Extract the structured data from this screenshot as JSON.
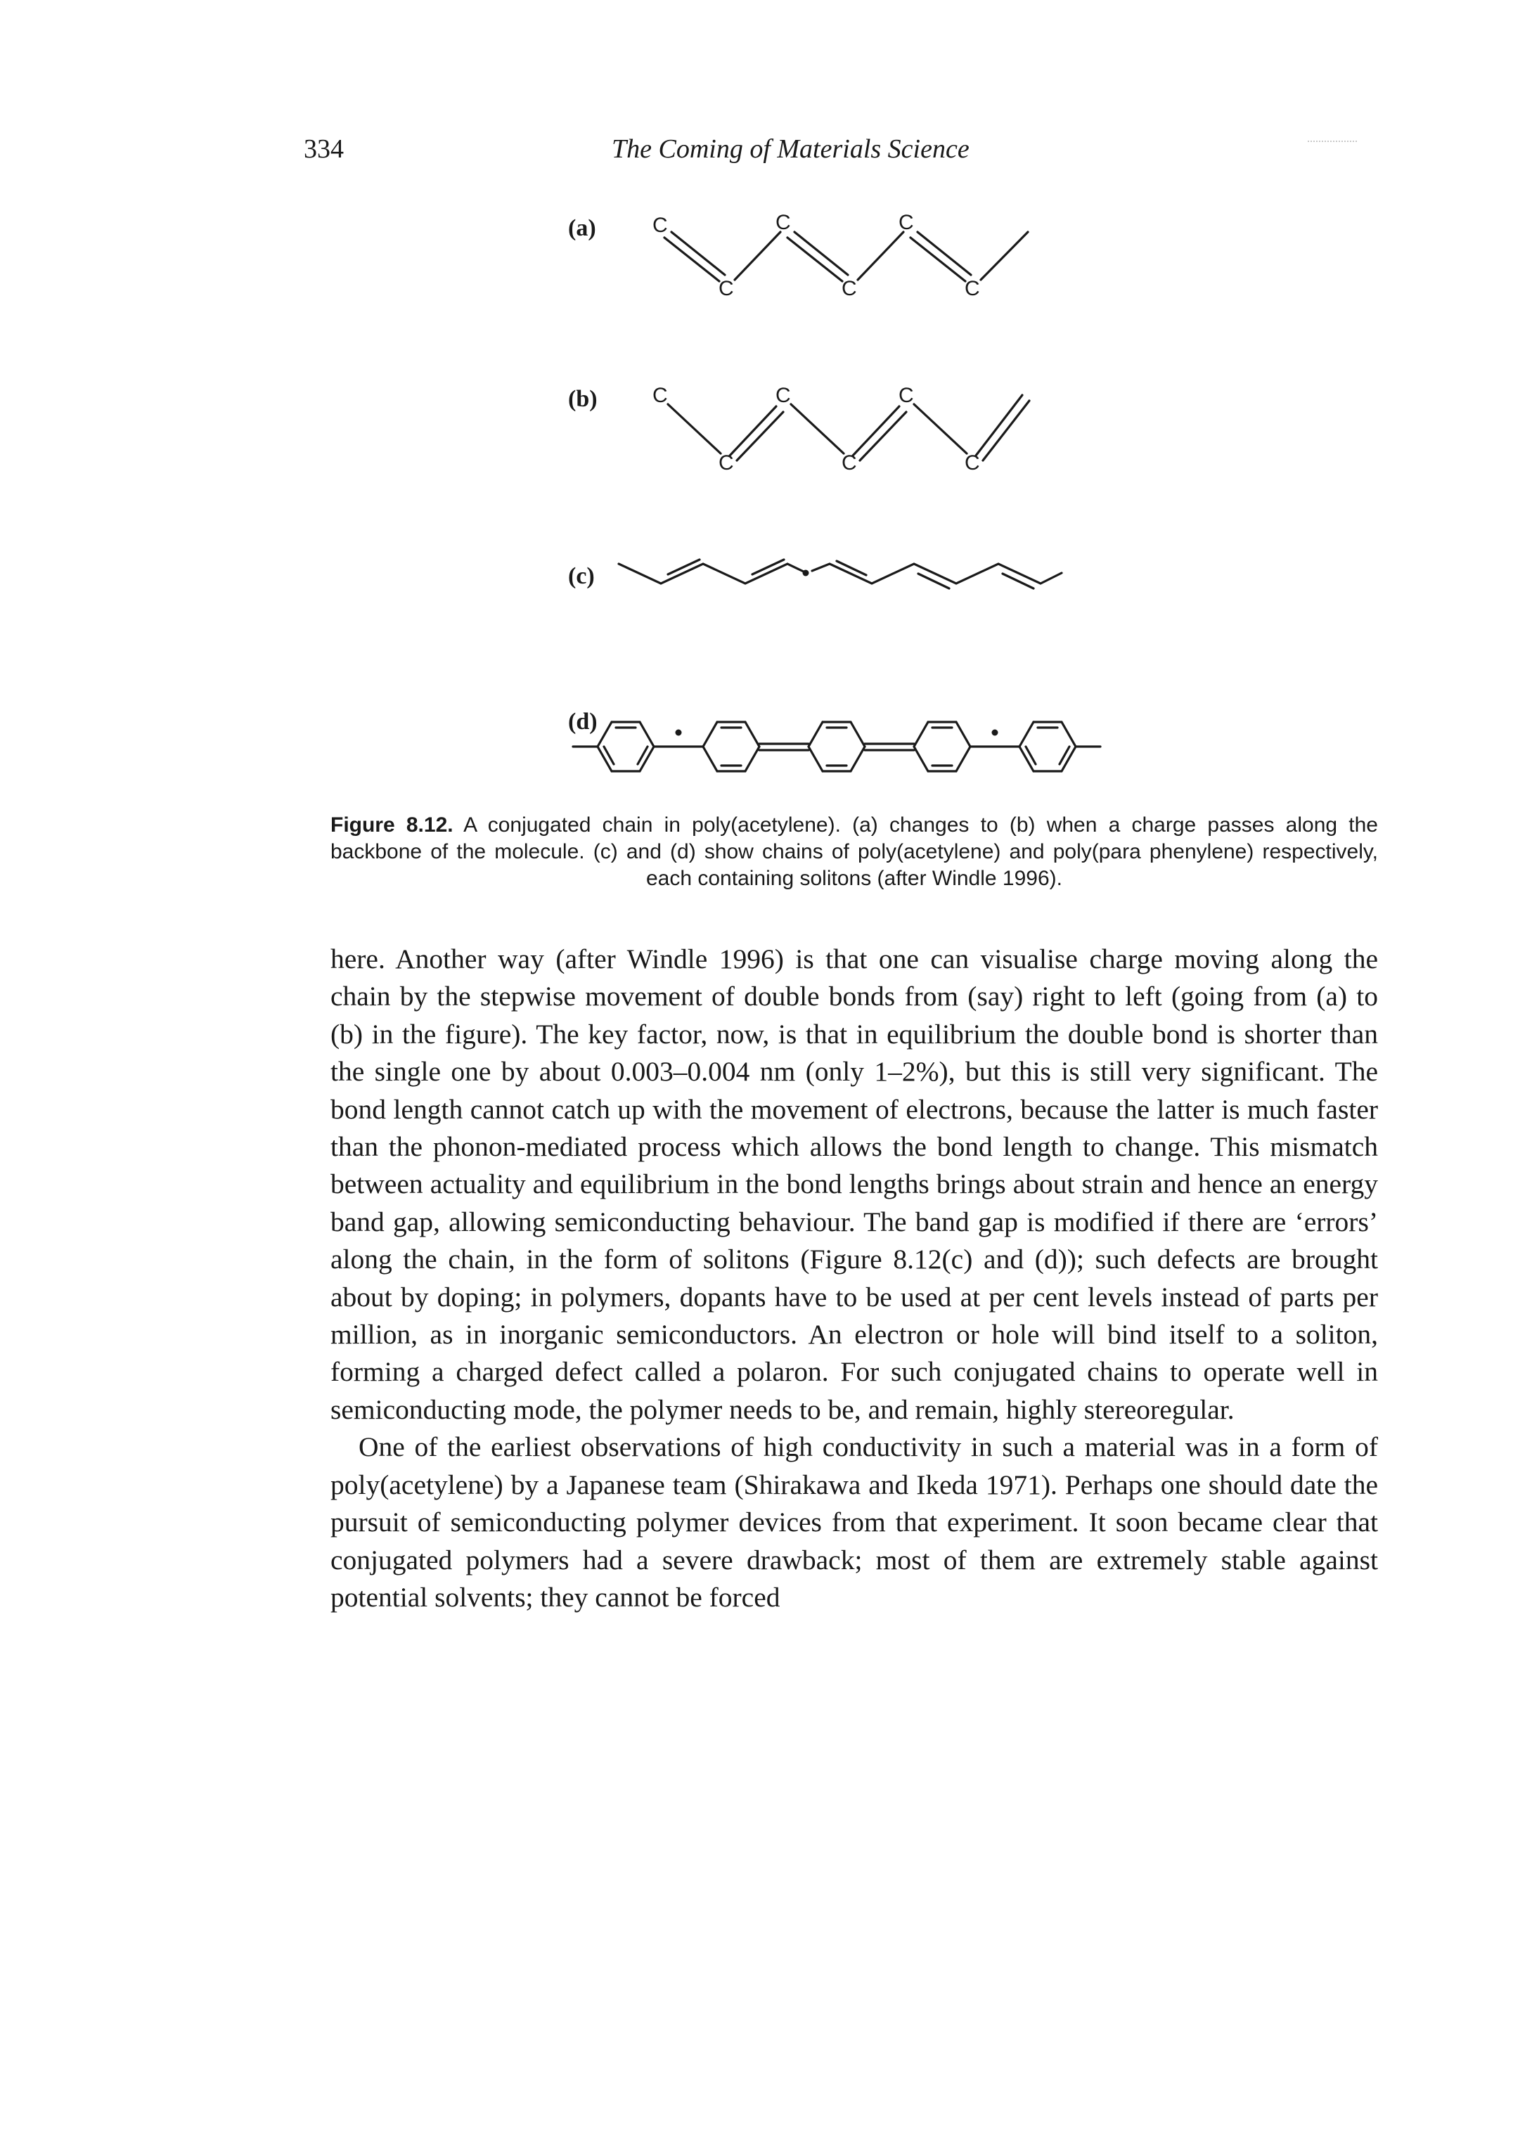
{
  "header": {
    "page_number": "334",
    "running_title": "The Coming of Materials Science"
  },
  "figure": {
    "panel_labels": [
      "(a)",
      "(b)",
      "(c)",
      "(d)"
    ],
    "atom_label": "C",
    "caption_label": "Figure 8.12.",
    "caption_text": "A conjugated chain in poly(acetylene). (a) changes to (b) when a charge passes along the backbone of the molecule. (c) and (d) show chains of poly(acetylene) and poly(para phenylene) respectively, each containing solitons (after Windle 1996)."
  },
  "body": {
    "paragraphs": [
      "here. Another way (after Windle 1996) is that one can visualise charge moving along the chain by the stepwise movement of double bonds from (say) right to left (going from (a) to (b) in the figure). The key factor, now, is that in equilibrium the double bond is shorter than the single one by about 0.003–0.004 nm (only 1–2%), but this is still very significant. The bond length cannot catch up with the movement of electrons, because the latter is much faster than the phonon-mediated process which allows the bond length to change. This mismatch between actuality and equilibrium in the bond lengths brings about strain and hence an energy band gap, allowing semiconducting behaviour. The band gap is modified if there are ‘errors’ along the chain, in the form of solitons (Figure 8.12(c) and (d)); such defects are brought about by doping; in polymers, dopants have to be used at per cent levels instead of parts per million, as in inorganic semiconductors. An electron or hole will bind itself to a soliton, forming a charged defect called a polaron. For such conjugated chains to operate well in semiconducting mode, the polymer needs to be, and remain, highly stereoregular.",
      "One of the earliest observations of high conductivity in such a material was in a form of poly(acetylene) by a Japanese team (Shirakawa and Ikeda 1971). Perhaps one should date the pursuit of semiconducting polymer devices from that experiment. It soon became clear that conjugated polymers had a severe drawback; most of them are extremely stable against potential solvents; they cannot be forced"
    ]
  }
}
